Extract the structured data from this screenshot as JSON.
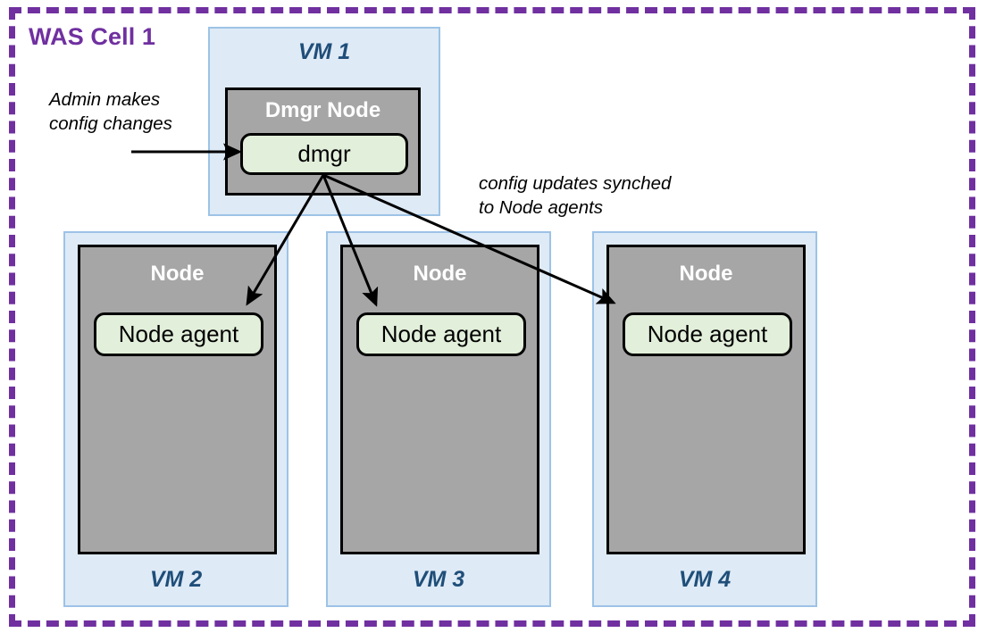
{
  "cell": {
    "title": "WAS Cell 1",
    "border_color": "#7030A0"
  },
  "colors": {
    "cell_purple": "#7030A0",
    "vm_fill": "#DEEAF6",
    "vm_border": "#9DC3E6",
    "vm_label": "#1F4E79",
    "node_fill": "#A6A6A6",
    "node_border": "#000000",
    "pill_fill": "#E2EFDA",
    "arrow": "#000000",
    "background": "#FFFFFF"
  },
  "annotations": [
    {
      "id": "admin-config-changes",
      "text": "Admin makes\nconfig changes"
    },
    {
      "id": "config-updates-synched",
      "text": "config updates synched\nto Node agents"
    }
  ],
  "vms": [
    {
      "id": "vm1",
      "label": "VM 1",
      "node": {
        "title": "Dmgr Node",
        "process": "dmgr"
      }
    },
    {
      "id": "vm2",
      "label": "VM 2",
      "node": {
        "title": "Node",
        "process": "Node agent"
      }
    },
    {
      "id": "vm3",
      "label": "VM 3",
      "node": {
        "title": "Node",
        "process": "Node agent"
      }
    },
    {
      "id": "vm4",
      "label": "VM 4",
      "node": {
        "title": "Node",
        "process": "Node agent"
      }
    }
  ],
  "arrows": [
    {
      "id": "admin-to-dmgr",
      "from": "admin-config-changes",
      "to": "dmgr"
    },
    {
      "id": "dmgr-to-vm2-node-agent",
      "from": "dmgr",
      "to": "vm2-node-agent"
    },
    {
      "id": "dmgr-to-vm3-node-agent",
      "from": "dmgr",
      "to": "vm3-node-agent"
    },
    {
      "id": "dmgr-to-vm4-node-agent",
      "from": "dmgr",
      "to": "vm4-node-agent"
    }
  ]
}
